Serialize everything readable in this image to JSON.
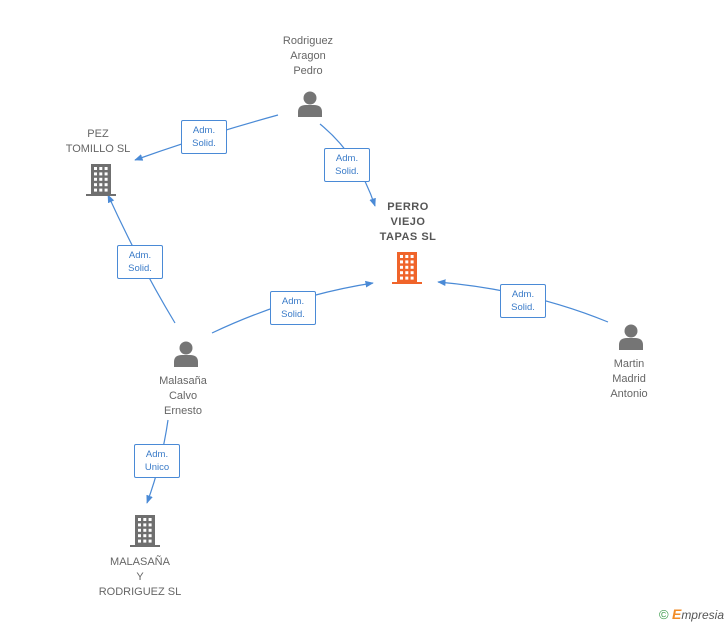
{
  "colors": {
    "edge": "#4a8ad6",
    "person": "#757575",
    "company": "#6f6f6f",
    "company_primary": "#f0642a"
  },
  "nodes": {
    "rodriguez": {
      "label": "Rodriguez\nAragon\nPedro",
      "icon": "person-icon"
    },
    "pez": {
      "label": "PEZ\nTOMILLO SL",
      "icon": "building-icon"
    },
    "perro": {
      "label": "PERRO\nVIEJO\nTAPAS SL",
      "icon": "building-icon"
    },
    "martin": {
      "label": "Martin\nMadrid\nAntonio",
      "icon": "person-icon"
    },
    "malasana": {
      "label": "Malasaña\nCalvo\nErnesto",
      "icon": "person-icon"
    },
    "malasana_sl": {
      "label": "MALASAÑA\nY\nRODRIGUEZ SL",
      "icon": "building-icon"
    }
  },
  "edges": {
    "rodriguez_pez": "Adm.\nSolid.",
    "rodriguez_perro": "Adm.\nSolid.",
    "malasana_pez": "Adm.\nSolid.",
    "malasana_perro": "Adm.\nSolid.",
    "martin_perro": "Adm.\nSolid.",
    "malasana_malasana_sl": "Adm.\nUnico"
  },
  "watermark": {
    "copyright": "©",
    "brand_initial": "E",
    "brand_rest": "mpresia"
  }
}
